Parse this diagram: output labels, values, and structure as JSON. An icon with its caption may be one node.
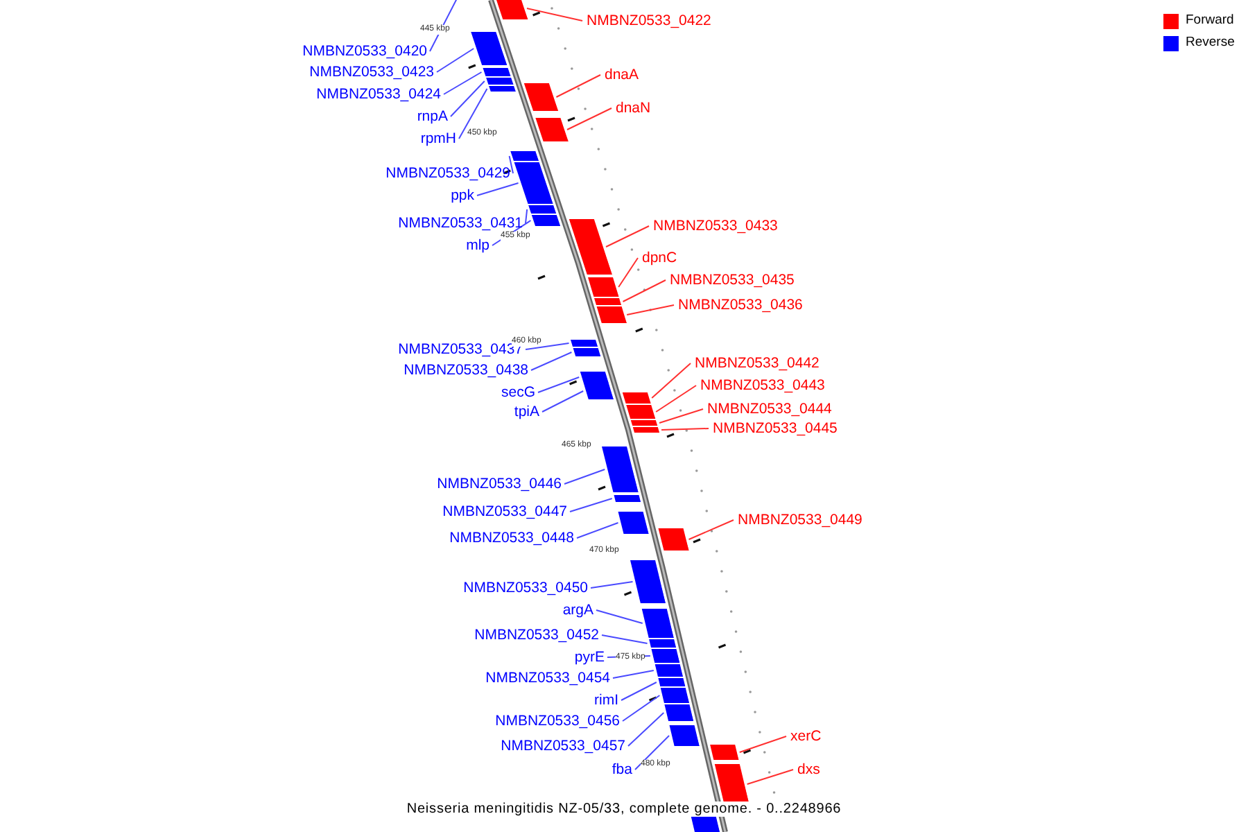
{
  "diagram": {
    "caption": "Neisseria meningitidis NZ-05/33, complete genome. - 0..2248966",
    "nodes": [
      {
        "text": [
          "NMBNZ0533_0422"
        ]
      },
      {
        "text": [
          "NMBNZ0533_0420"
        ]
      },
      {
        "text": [
          "NMBNZ0533_0423"
        ]
      },
      {
        "text": [
          "dnaA"
        ]
      },
      {
        "text": [
          "NMBNZ0533_0424"
        ]
      },
      {
        "text": [
          "rnpA"
        ]
      },
      {
        "text": [
          "dnaN"
        ]
      },
      {
        "text": [
          "rpmH"
        ]
      },
      {
        "text": [
          "NMBNZ0533_0429"
        ]
      },
      {
        "text": [
          "ppk"
        ]
      },
      {
        "text": [
          "NMBNZ0533_0431"
        ]
      },
      {
        "text": [
          "NMBNZ0533_0433"
        ]
      },
      {
        "text": [
          "mlp"
        ]
      },
      {
        "text": [
          "dpnC"
        ]
      },
      {
        "text": [
          "NMBNZ0533_0435"
        ]
      },
      {
        "text": [
          "NMBNZ0533_0436"
        ]
      },
      {
        "text": [
          "NMBNZ0533_0437"
        ]
      },
      {
        "text": [
          "NMBNZ0533_0442"
        ]
      },
      {
        "text": [
          "NMBNZ0533_0438"
        ]
      },
      {
        "text": [
          "NMBNZ0533_0443"
        ]
      },
      {
        "text": [
          "secG"
        ]
      },
      {
        "text": [
          "NMBNZ0533_0444"
        ]
      },
      {
        "text": [
          "tpiA"
        ]
      },
      {
        "text": [
          "NMBNZ0533_0445"
        ]
      },
      {
        "text": [
          "NMBNZ0533_0446"
        ]
      },
      {
        "text": [
          "NMBNZ0533_0447"
        ]
      },
      {
        "text": [
          "NMBNZ0533_0449"
        ]
      },
      {
        "text": [
          "NMBNZ0533_0448"
        ]
      },
      {
        "text": [
          "NMBNZ0533_0450"
        ]
      },
      {
        "text": [
          "argA"
        ]
      },
      {
        "text": [
          "NMBNZ0533_0452"
        ]
      },
      {
        "text": [
          "pyrE"
        ]
      },
      {
        "text": [
          "NMBNZ0533_0454"
        ]
      },
      {
        "text": [
          "rimI"
        ]
      },
      {
        "text": [
          "NMBNZ0533_0456"
        ]
      },
      {
        "text": [
          "NMBNZ0533_0457"
        ]
      },
      {
        "text": [
          "xerC"
        ]
      },
      {
        "text": [
          "fba"
        ]
      },
      {
        "text": [
          "dxs"
        ]
      },
      {
        "text": [],
        "shape": "box"
      },
      {
        "text": [],
        "shape": "box"
      },
      {
        "text": [],
        "shape": "box"
      },
      {
        "text": [],
        "shape": "box"
      },
      {
        "text": [],
        "shape": "box"
      },
      {
        "text": [],
        "shape": "box"
      },
      {
        "text": [],
        "shape": "box"
      },
      {
        "text": [],
        "shape": "box"
      },
      {
        "text": [],
        "shape": "box"
      },
      {
        "text": [],
        "shape": "box"
      },
      {
        "text": [],
        "shape": "box"
      },
      {
        "text": [],
        "shape": "box"
      },
      {
        "text": [],
        "shape": "box"
      },
      {
        "text": [],
        "shape": "box"
      },
      {
        "text": [],
        "shape": "box"
      },
      {
        "text": [],
        "shape": "box"
      },
      {
        "text": [],
        "shape": "box"
      },
      {
        "text": [],
        "shape": "box"
      },
      {
        "text": [],
        "shape": "box"
      },
      {
        "text": [],
        "shape": "box"
      },
      {
        "text": [],
        "shape": "box"
      },
      {
        "text": [],
        "shape": "box"
      },
      {
        "text": [],
        "shape": "box"
      },
      {
        "text": [],
        "shape": "box"
      },
      {
        "text": [],
        "shape": "box"
      },
      {
        "text": [],
        "shape": "box"
      },
      {
        "text": [],
        "shape": "box"
      },
      {
        "text": [],
        "shape": "box"
      },
      {
        "text": [],
        "shape": "box"
      },
      {
        "text": [],
        "shape": "box"
      },
      {
        "text": [],
        "shape": "box"
      },
      {
        "text": [],
        "shape": "box"
      },
      {
        "text": [],
        "shape": "box"
      },
      {
        "text": [],
        "shape": "box"
      },
      {
        "text": [],
        "shape": "box"
      },
      {
        "text": [],
        "shape": "box"
      },
      {
        "text": [],
        "shape": "box"
      },
      {
        "text": [],
        "shape": "box"
      },
      {
        "text": [],
        "shape": "box"
      }
    ],
    "edges": [
      {
        "from": 0,
        "to": 39,
        "arrow": "none",
        "color": "#ff3030"
      },
      {
        "from": 1,
        "to": null,
        "arrow": "none"
      },
      {
        "from": 2,
        "to": 40,
        "arrow": "none"
      },
      {
        "from": 3,
        "to": 43,
        "arrow": "none",
        "color": "#ff3030"
      },
      {
        "from": 4,
        "to": 41,
        "arrow": "none"
      },
      {
        "from": 5,
        "to": 42,
        "arrow": "none"
      },
      {
        "from": 6,
        "to": 45,
        "arrow": "none",
        "color": "#ff3030"
      },
      {
        "from": 7,
        "to": 44,
        "arrow": "none"
      },
      {
        "from": 8,
        "to": 46,
        "arrow": "none"
      },
      {
        "from": 9,
        "to": 47,
        "arrow": "none"
      },
      {
        "from": 10,
        "to": 48,
        "arrow": "none"
      },
      {
        "from": 11,
        "to": 50,
        "arrow": "none",
        "color": "#ff3030"
      },
      {
        "from": 12,
        "to": 49,
        "arrow": "none"
      },
      {
        "from": 13,
        "to": 51,
        "arrow": "none",
        "color": "#ff3030"
      },
      {
        "from": 14,
        "to": 52,
        "arrow": "none",
        "color": "#ff3030"
      },
      {
        "from": 15,
        "to": 53,
        "arrow": "none",
        "color": "#ff3030"
      },
      {
        "from": 16,
        "to": 54,
        "arrow": "none"
      },
      {
        "from": 17,
        "to": 58,
        "arrow": "none",
        "color": "#ff3030"
      },
      {
        "from": 18,
        "to": 55,
        "arrow": "none"
      },
      {
        "from": 19,
        "to": 59,
        "arrow": "none",
        "color": "#ff3030"
      },
      {
        "from": 20,
        "to": 56,
        "arrow": "none"
      },
      {
        "from": 21,
        "to": 60,
        "arrow": "none",
        "color": "#ff3030"
      },
      {
        "from": 22,
        "to": 57,
        "arrow": "none"
      },
      {
        "from": 23,
        "to": 61,
        "arrow": "none",
        "color": "#ff3030"
      },
      {
        "from": 24,
        "to": 62,
        "arrow": "none"
      },
      {
        "from": 25,
        "to": 63,
        "arrow": "none"
      },
      {
        "from": 26,
        "to": 65,
        "arrow": "none",
        "color": "#ff3030"
      },
      {
        "from": 27,
        "to": 64,
        "arrow": "none"
      },
      {
        "from": 28,
        "to": 66,
        "arrow": "none"
      },
      {
        "from": 29,
        "to": 67,
        "arrow": "none"
      },
      {
        "from": 30,
        "to": 68,
        "arrow": "none"
      },
      {
        "from": 31,
        "to": 69,
        "arrow": "none"
      },
      {
        "from": 32,
        "to": 70,
        "arrow": "none"
      },
      {
        "from": 33,
        "to": 71,
        "arrow": "none"
      },
      {
        "from": 34,
        "to": 72,
        "arrow": "none"
      },
      {
        "from": 35,
        "to": 73,
        "arrow": "none"
      },
      {
        "from": 36,
        "to": 75,
        "arrow": "none",
        "color": "#ff3030"
      },
      {
        "from": 37,
        "to": 74,
        "arrow": "none"
      },
      {
        "from": 38,
        "to": 76,
        "arrow": "none",
        "color": "#ff3030"
      }
    ],
    "labels": [
      "445 kbp",
      "450 kbp",
      "455 kbp",
      "460 kbp",
      "465 kbp",
      "470 kbp",
      "475 kbp",
      "480 kbp"
    ],
    "legend": [
      {
        "text": "Forward",
        "color": "#ff0000"
      },
      {
        "text": "Reverse",
        "color": "#0000ff"
      }
    ]
  }
}
